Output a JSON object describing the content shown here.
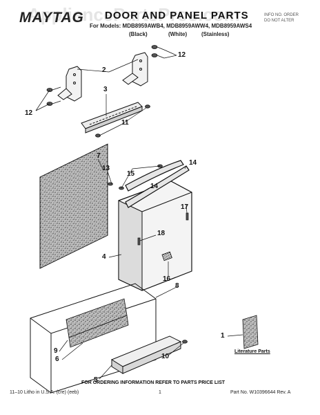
{
  "header": {
    "watermark": "AppliancePartsPros.com",
    "brand": "MAYTAG",
    "title": "DOOR AND PANEL PARTS",
    "models": "For Models: MDB8959AWB4, MDB8959AWW4, MDB8959AWS4",
    "color_black": "(Black)",
    "color_white": "(White)",
    "color_stainless": "(Stainless)",
    "corner_line1": "INFO NO. ORDER",
    "corner_line2": "DO NOT ALTER"
  },
  "callouts": {
    "c1": "1",
    "c2": "2",
    "c3": "3",
    "c4": "4",
    "c5": "5",
    "c6": "6",
    "c7": "7",
    "c8": "8",
    "c9": "9",
    "c10": "10",
    "c11": "11",
    "c12a": "12",
    "c12b": "12",
    "c13": "13",
    "c14a": "14",
    "c14b": "14",
    "c15": "15",
    "c16": "16",
    "c17": "17",
    "c18": "18"
  },
  "literature_label": "Literature Parts",
  "order_note": "FOR ORDERING INFORMATION REFER TO PARTS PRICE LIST",
  "footer": {
    "left": "11–10 Litho in U.S.A. (cre) (eeb)",
    "center": "1",
    "right": "Part No. W10396644 Rev. A"
  },
  "colors": {
    "ink": "#111111",
    "panel_fill": "#d8d8d8",
    "speckle": "#555555"
  }
}
